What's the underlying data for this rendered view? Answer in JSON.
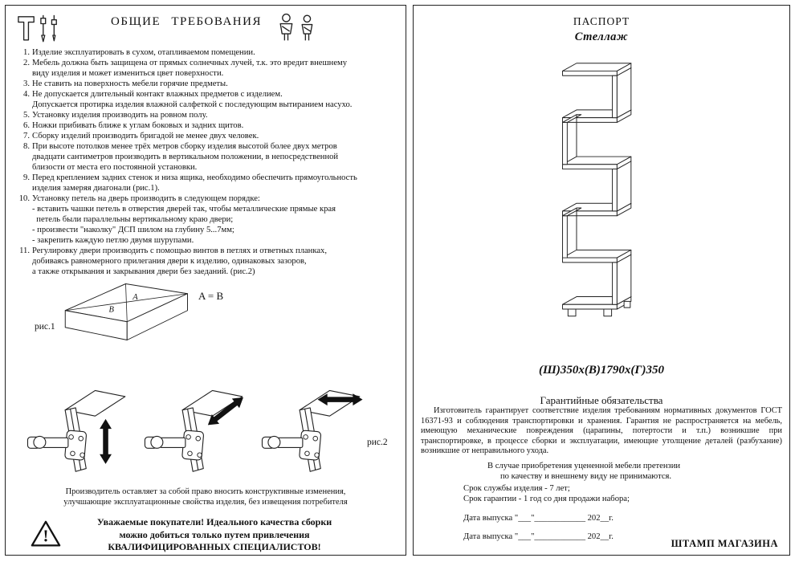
{
  "left_page": {
    "title": "ОБЩИЕ ТРЕБОВАНИЯ",
    "items": [
      {
        "num": "1.",
        "text": "Изделие эксплуатировать в сухом, отапливаемом помещении."
      },
      {
        "num": "2.",
        "text": "Мебель должна быть защищена от прямых солнечных лучей, т.к. это вредит внешнему\nвиду изделия и может измениться цвет поверхности."
      },
      {
        "num": "3.",
        "text": "Не ставить на поверхность мебели горячие предметы."
      },
      {
        "num": "4.",
        "text": "Не допускается длительный контакт влажных предметов с изделием.\nДопускается протирка изделия влажной салфеткой с последующим вытиранием насухо."
      },
      {
        "num": "5.",
        "text": "Установку изделия производить на ровном полу."
      },
      {
        "num": "6.",
        "text": "Ножки прибивать ближе к углам боковых и задних щитов."
      },
      {
        "num": "7.",
        "text": "Сборку изделий производить бригадой не менее двух человек."
      },
      {
        "num": "8.",
        "text": "При высоте потолков менее трёх метров сборку изделия высотой более двух метров\nдвадцати сантиметров производить в вертикальном положении, в непосредственной\nблизости от места его постоянной установки."
      },
      {
        "num": "9.",
        "text": "Перед креплением задних стенок и низа ящика, необходимо обеспечить прямоугольность\nизделия замеряя диагонали (рис.1)."
      },
      {
        "num": "10.",
        "text": "Установку петель на дверь производить в следующем порядке:\n- вставить чашки петель в отверстия дверей так, чтобы металлические прямые края\n  петель были параллельны вертикальному краю двери;\n- произвести \"наколку\" ДСП шилом на глубину 5...7мм;\n- закрепить каждую петлю двумя шурупами."
      },
      {
        "num": "11.",
        "text": "Регулировку двери производить с помощью винтов в петлях и ответных планках,\nдобиваясь равномерного прилегания двери к изделию, одинаковых зазоров,\nа также открывания и закрывания двери без заеданий. (рис.2)"
      }
    ],
    "fig1_label": "рис.1",
    "fig1_equation": "A = B",
    "fig2_label": "рис.2",
    "footer_note": "Производитель оставляет за собой право вносить конструктивные изменения,\nулучшающие эксплуатационные свойства изделия, без извещения потребителя",
    "warning_text": "Уважаемые покупатели! Идеального качества сборки\nможно добиться только путем привлечения\nКВАЛИФИЦИРОВАННЫХ СПЕЦИАЛИСТОВ!"
  },
  "right_page": {
    "title": "ПАСПОРТ",
    "product_name": "Стеллаж",
    "dimensions": "(Ш)350х(В)1790х(Г)350",
    "warranty_title": "Гарантийные обязательства",
    "warranty_text": "Изготовитель гарантирует соответствие изделия требованиям нормативных документов ГОСТ 16371-93 и соблюдения транспортировки и хранения. Гарантия не распространяется на мебель, имеющую механические повреждения (царапины, потертости и т.п.) возникшие при транспортировке, в процессе сборки и эксплуатации, имеющие утолщение деталей (разбухание) возникшие от неправильного ухода.",
    "claims_line1": "В случае приобретения уцененной мебели претензии",
    "claims_line2": "по качеству и внешнему виду не принимаются.",
    "service_life": "Срок службы изделия - 7 лет;",
    "warranty_period": "Срок гарантии - 1 год со дня продажи набора;",
    "date_line": "Дата выпуска \"___\"____________ 202__г.",
    "stamp": "ШТАМП МАГАЗИНА"
  }
}
